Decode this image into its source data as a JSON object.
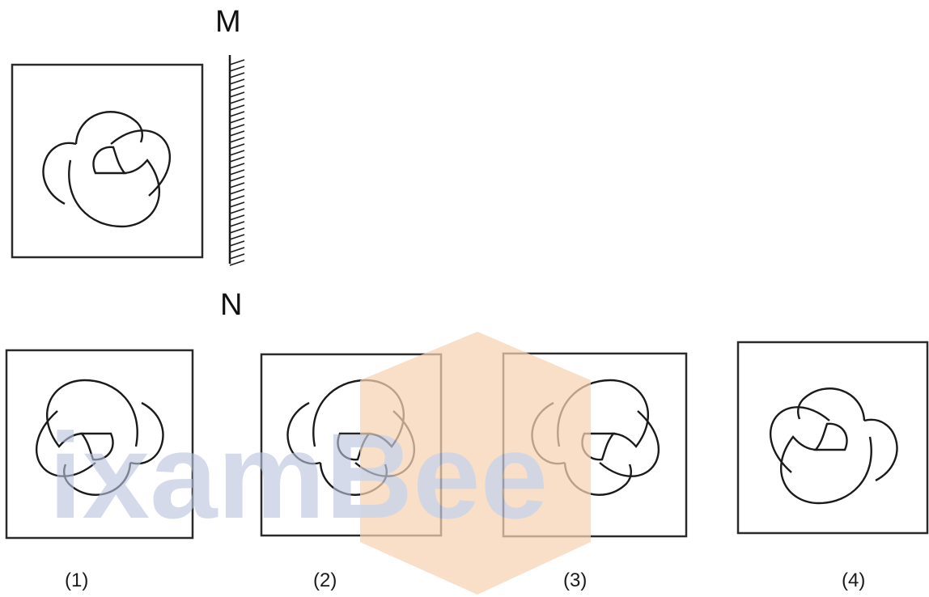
{
  "mirror": {
    "top_label": "M",
    "bottom_label": "N"
  },
  "options": [
    {
      "label": "(1)"
    },
    {
      "label": "(2)"
    },
    {
      "label": "(3)"
    },
    {
      "label": "(4)"
    }
  ],
  "watermark": {
    "text": "ixamBee"
  },
  "colors": {
    "ink": "#1a1a1a",
    "watermark_letters": "#b9c3dd",
    "watermark_hexagon": "#f8d4b4"
  }
}
